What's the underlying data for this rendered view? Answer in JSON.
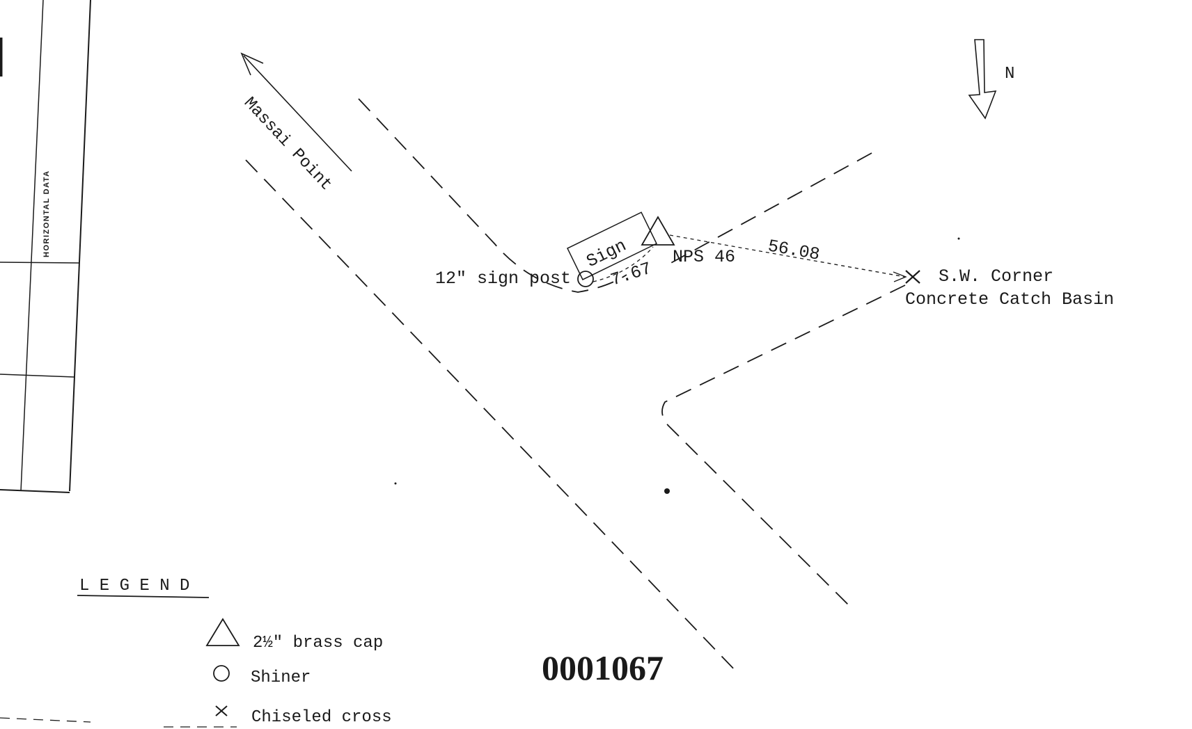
{
  "header_box": {
    "horizontal_data_label": "HORIZONTAL DATA"
  },
  "map": {
    "road_label": "Massai Point",
    "north_label": "N",
    "sign_label": "Sign",
    "sign_post_label": "12\" sign post",
    "benchmark_label": "NPS 46",
    "distance_to_post": "7.67",
    "distance_to_basin": "56.08",
    "catch_basin_line1": "S.W. Corner",
    "catch_basin_line2": "Concrete Catch Basin",
    "stamp_number": "0001067"
  },
  "legend": {
    "title": "L E G E N D",
    "items": [
      {
        "symbol": "triangle",
        "label": "2½\" brass cap"
      },
      {
        "symbol": "circle",
        "label": "Shiner"
      },
      {
        "symbol": "cross",
        "label": "Chiseled cross"
      }
    ]
  }
}
